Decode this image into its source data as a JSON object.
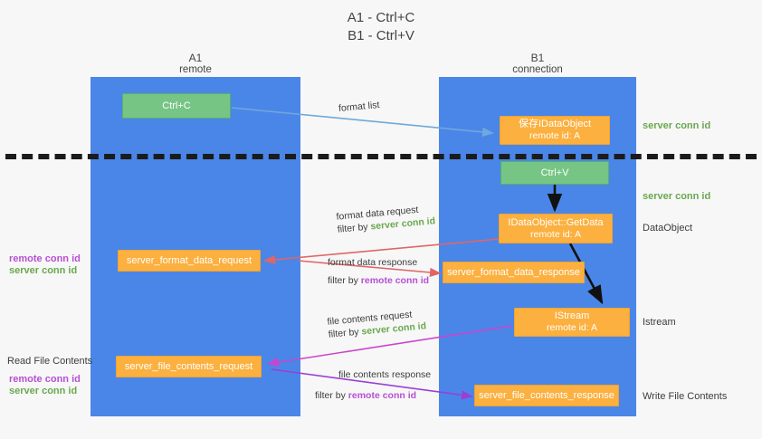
{
  "title": {
    "line1": "A1 - Ctrl+C",
    "line2": "B1 - Ctrl+V"
  },
  "lanes": [
    {
      "id": "a1",
      "name": "A1",
      "sub": "remote",
      "color": "#4a86e8"
    },
    {
      "id": "b1",
      "name": "B1",
      "sub": "connection",
      "color": "#4a86e8"
    }
  ],
  "nodes": {
    "ctrl_c": {
      "label": "Ctrl+C",
      "sub": "",
      "color": "#76c585"
    },
    "save_dataobj": {
      "label": "保存IDataObject",
      "sub": "remote id: A",
      "color": "#fbb03f"
    },
    "ctrl_v": {
      "label": "Ctrl+V",
      "sub": "",
      "color": "#76c585"
    },
    "getdata": {
      "label": "IDataObject::GetData",
      "sub": "remote id: A",
      "color": "#fbb03f"
    },
    "fmt_req": {
      "label": "server_format_data_request",
      "sub": "",
      "color": "#fbb03f"
    },
    "fmt_resp": {
      "label": "server_format_data_response",
      "sub": "",
      "color": "#fbb03f"
    },
    "istream": {
      "label": "IStream",
      "sub": "remote id: A",
      "color": "#fbb03f"
    },
    "file_req": {
      "label": "server_file_contents_request",
      "sub": "",
      "color": "#fbb03f"
    },
    "file_resp": {
      "label": "server_file_contents_response",
      "sub": "",
      "color": "#fbb03f"
    }
  },
  "edges": [
    {
      "id": "format-list",
      "label": "format list",
      "filter_prefix": "",
      "filter_key": ""
    },
    {
      "id": "format-data-req",
      "label": "format data request",
      "filter_prefix": "filter by ",
      "filter_key": "server conn id"
    },
    {
      "id": "format-data-resp",
      "label": "format data response",
      "filter_prefix": "filter by ",
      "filter_key": "remote conn id"
    },
    {
      "id": "file-contents-req",
      "label": "file contents request",
      "filter_prefix": "filter by ",
      "filter_key": "server conn id"
    },
    {
      "id": "file-contents-resp",
      "label": "file contents response",
      "filter_prefix": "filter by ",
      "filter_key": "remote conn id"
    }
  ],
  "annotations": {
    "server_conn_id_1": "server conn id",
    "server_conn_id_2": "server conn id",
    "dataobject": "DataObject",
    "istream": "Istream",
    "write_file_contents": "Write File Contents",
    "read_file_contents": "Read File Contents",
    "left_remote_1": "remote conn id",
    "left_server_1": "server conn id",
    "left_remote_2": "remote conn id",
    "left_server_2": "server conn id"
  },
  "colors": {
    "lane": "#4a86e8",
    "green_node": "#76c585",
    "orange_node": "#fbb03f",
    "green_text": "#6aa84f",
    "purple_text": "#b84fd4",
    "arrow_blue": "#6fa8dc",
    "arrow_red": "#e06666",
    "arrow_magenta": "#cc44cc",
    "arrow_purple": "#9a3fd4",
    "arrow_black": "#111111"
  }
}
